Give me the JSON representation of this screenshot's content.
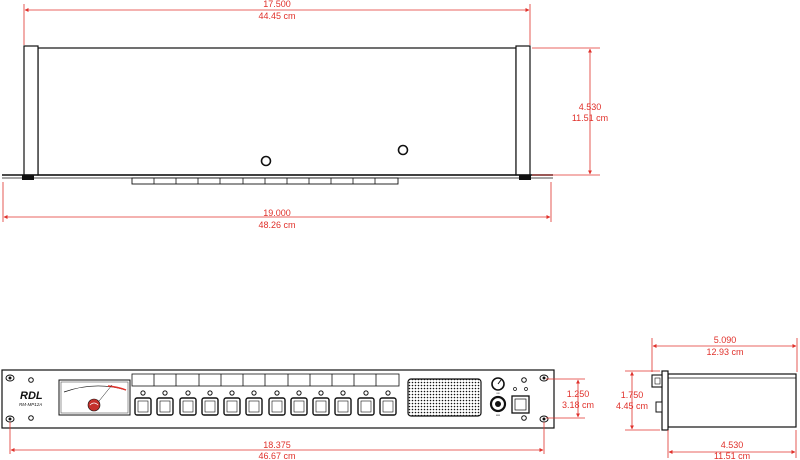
{
  "top_view": {
    "width_inner": {
      "imperial": "17.500",
      "metric": "44.45 cm"
    },
    "depth": {
      "imperial": "4.530",
      "metric": "11.51 cm"
    },
    "width_overall": {
      "imperial": "19.000",
      "metric": "48.26 cm"
    }
  },
  "front_view": {
    "brand": "RDL",
    "model": "RM-MP12A",
    "panel_height": {
      "imperial": "1.250",
      "metric": "3.18 cm"
    },
    "hole_spacing": {
      "imperial": "18.375",
      "metric": "46.67 cm"
    },
    "height": {
      "imperial": "1.750",
      "metric": "4.45 cm"
    },
    "switch_count": 12
  },
  "side_view": {
    "depth_overall": {
      "imperial": "5.090",
      "metric": "12.93 cm"
    },
    "depth_body": {
      "imperial": "4.530",
      "metric": "11.51 cm"
    }
  }
}
